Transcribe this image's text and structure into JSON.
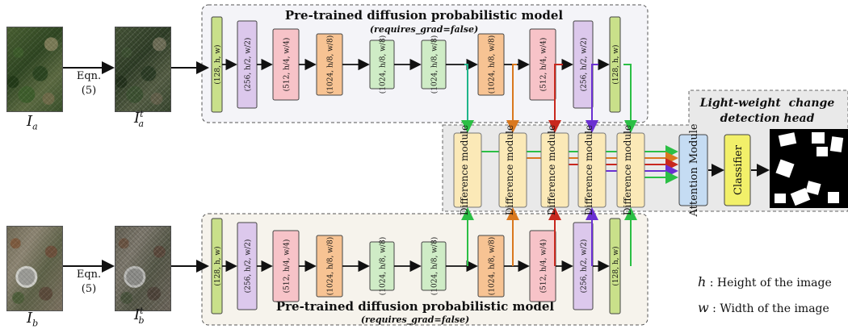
{
  "top_branch": {
    "title": "Pre-trained diffusion probabilistic model",
    "subtitle": "(requires_grad=false)",
    "input_label": "I",
    "input_sub": "a",
    "noised_label": "I",
    "noised_sub": "a",
    "noised_sup": "t",
    "eqn_text": "Eqn.",
    "eqn_number": "(5)"
  },
  "bottom_branch": {
    "title": "Pre-trained diffusion probabilistic model",
    "subtitle": "(requires_grad=false)",
    "input_label": "I",
    "input_sub": "b",
    "noised_label": "I",
    "noised_sub": "b",
    "noised_sup": "t",
    "eqn_text": "Eqn.",
    "eqn_number": "(5)"
  },
  "blocks": [
    {
      "label": "(128, h, w)",
      "color": "#c9e08a"
    },
    {
      "label": "(256, h/2, w/2)",
      "color": "#dcc8ec"
    },
    {
      "label": "(512, h/4, w/4)",
      "color": "#f7c3c8"
    },
    {
      "label": "(1024, h/8, w/8)",
      "color": "#f7c393"
    },
    {
      "label": "(1024, h/8, w/8)",
      "color": "#cfecc6"
    },
    {
      "label": "(1024, h/8, w/8)",
      "color": "#cfecc6"
    },
    {
      "label": "(1024, h/8, w/8)",
      "color": "#f7c393"
    },
    {
      "label": "(512, h/4, w/4)",
      "color": "#f7c3c8"
    },
    {
      "label": "(256, h/2, w/2)",
      "color": "#dcc8ec"
    },
    {
      "label": "(128, h, w)",
      "color": "#c9e08a"
    }
  ],
  "head": {
    "title_line1": "Light-weight  change",
    "title_line2": "detection head",
    "difference_label": "Difference module",
    "attention_label": "Attention Module",
    "classifier_label": "Classifier"
  },
  "legend": {
    "h_symbol": "h",
    "h_text": ": Height of the image",
    "w_symbol": "w",
    "w_text": ": Width of the image"
  },
  "colors": {
    "green": "#2bbf45",
    "teal": "#1fb58a",
    "orange": "#d9781e",
    "red": "#c8281e",
    "purple": "#6a2fd1",
    "head_bg": "#e9e9e9",
    "top_bg": "#f4f4f8",
    "bottom_bg": "#f6f3ec"
  }
}
